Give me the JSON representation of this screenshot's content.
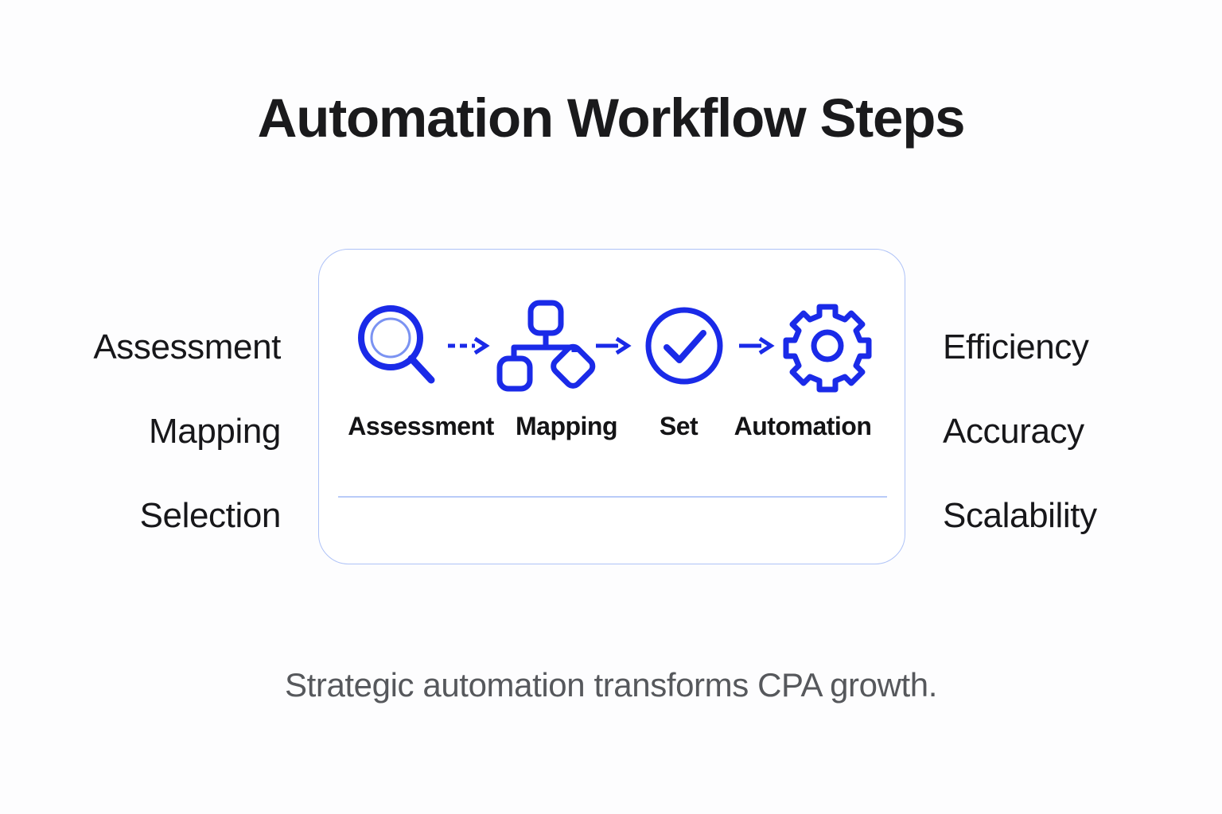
{
  "slide": {
    "title": "Automation Workflow Steps",
    "caption": "Strategic automation transforms CPA growth.",
    "background_color": "#fdfdfe",
    "accent_color": "#1a2ae8",
    "title_color": "#1a1a1c",
    "caption_color": "#56585c",
    "card_border_color": "#aec2f7"
  },
  "left_column": {
    "items": [
      {
        "label": "Assessment"
      },
      {
        "label": "Mapping"
      },
      {
        "label": "Selection"
      }
    ]
  },
  "right_column": {
    "items": [
      {
        "label": "Efficiency"
      },
      {
        "label": "Accuracy"
      },
      {
        "label": "Scalability"
      }
    ]
  },
  "card": {
    "steps": [
      {
        "label": "Assessment",
        "icon": "magnifier-icon"
      },
      {
        "label": "Mapping",
        "icon": "sitemap-icon"
      },
      {
        "label": "Set",
        "icon": "check-circle-icon"
      },
      {
        "label": "Automation",
        "icon": "gear-icon"
      }
    ],
    "connectors": [
      {
        "style": "dashed",
        "icon": "arrow-dashed-right-icon"
      },
      {
        "style": "solid",
        "icon": "arrow-right-icon"
      },
      {
        "style": "solid",
        "icon": "arrow-right-icon"
      }
    ]
  }
}
